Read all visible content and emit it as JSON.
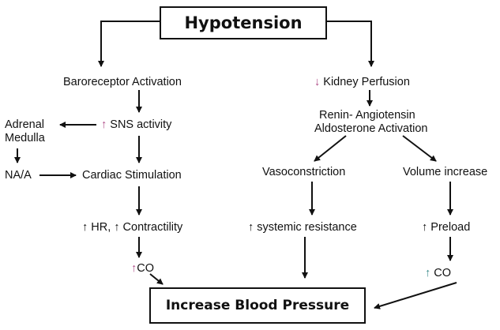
{
  "title": "Hypotension",
  "result": "Increase Blood Pressure",
  "left": {
    "baroreceptor": "Baroreceptor Activation",
    "sns_arrow": "↑",
    "sns": " SNS activity",
    "adrenal": "Adrenal",
    "medulla": "Medulla",
    "na_a": "NA/A",
    "cardiac": "Cardiac Stimulation",
    "hr_contract": "↑ HR, ↑ Contractility",
    "co_arrow": "↑",
    "co": "CO"
  },
  "right": {
    "kidney_arrow": "↓",
    "kidney": " Kidney Perfusion",
    "raas_line1": "Renin- Angiotensin",
    "raas_line2": "Aldosterone Activation",
    "vasoconstriction": "Vasoconstriction",
    "volume": "Volume increase",
    "systemic": "↑ systemic resistance",
    "preload": "↑ Preload",
    "co_arrow": "↑",
    "co": " CO"
  },
  "colors": {
    "line": "#111111",
    "up_arrow_pink": "#b0508a",
    "up_arrow_teal": "#3a8a8a"
  }
}
